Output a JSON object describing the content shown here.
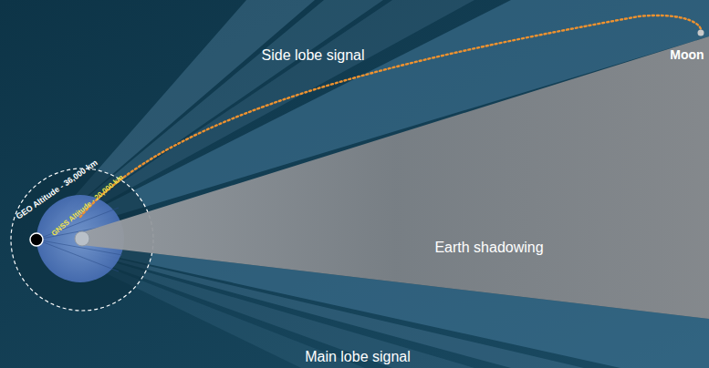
{
  "diagram": {
    "labels": [
      "Side lobe signal",
      "Moon",
      "GEO Altitude - 36,000 km",
      "GNSS Altitude - 20,000 km",
      "Earth shadowing",
      "Main lobe signal"
    ]
  }
}
